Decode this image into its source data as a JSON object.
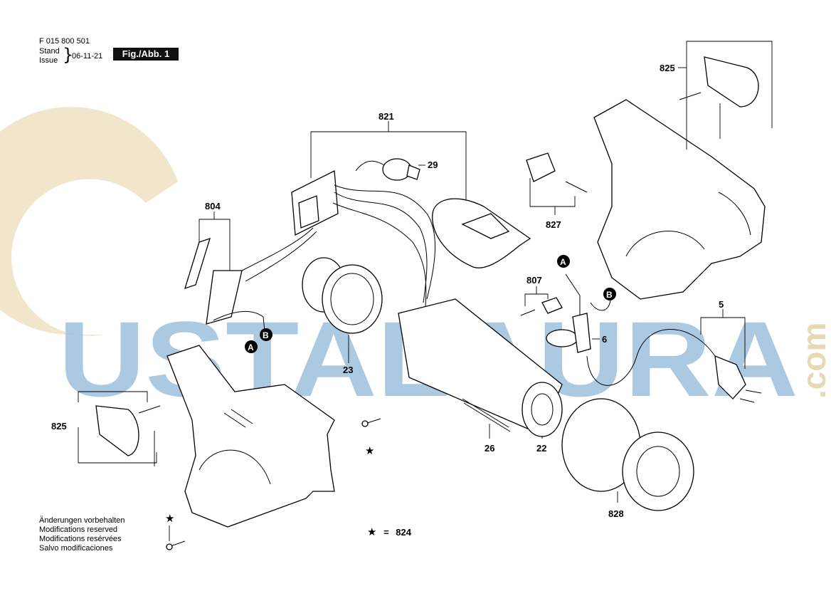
{
  "header": {
    "doc_number": "F 015 800 501",
    "stand_label": "Stand",
    "issue_label": "Issue",
    "issue_date": "06-11-21",
    "figure_label": "Fig./Abb. 1"
  },
  "watermark": {
    "text": "USTALAURA",
    "suffix": ".com",
    "color_text": "#9ec0de",
    "color_circle": "#f1e6cc"
  },
  "parts": {
    "p821": "821",
    "p29": "29",
    "p804": "804",
    "p23": "23",
    "p825_top": "825",
    "p827": "827",
    "p807": "807",
    "p6": "6",
    "p5": "5",
    "p825_left": "825",
    "p26": "26",
    "p22": "22",
    "p828": "828"
  },
  "connectors": {
    "a": "A",
    "b": "B"
  },
  "legend": {
    "star": "★",
    "equals": "=",
    "star_part": "824"
  },
  "notes": [
    "Änderungen vorbehalten",
    "Modifications reserved",
    "Modifications resérvées",
    "Salvo modificaciones"
  ]
}
